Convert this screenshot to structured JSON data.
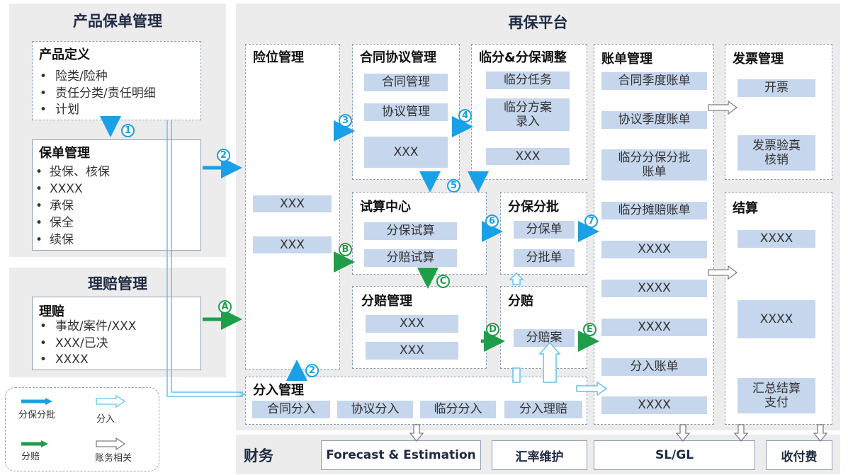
{
  "sections": {
    "product_policy": "产品保单管理",
    "claims": "理赔管理",
    "reinsurance": "再保平台",
    "finance": "财务"
  },
  "product_definition": {
    "title": "产品定义",
    "items": [
      "险类/险种",
      "责任分类/责任明细",
      "计划"
    ]
  },
  "policy_management": {
    "title": "保单管理",
    "items": [
      "投保、核保",
      "XXXX",
      "承保",
      "保全",
      "续保"
    ]
  },
  "claim": {
    "title": "理赔",
    "items": [
      "事故/案件/XXX",
      "XXX/已决",
      "XXXX"
    ]
  },
  "risk_position": {
    "title": "险位管理",
    "chips": [
      "XXX",
      "XXX"
    ]
  },
  "contract_agreement": {
    "title": "合同协议管理",
    "chips": [
      "合同管理",
      "协议管理",
      "XXX"
    ]
  },
  "facultative": {
    "title": "临分&分保调整",
    "chips": [
      "临分任务",
      "临分方案\n录入",
      "XXX"
    ]
  },
  "billing": {
    "title": "账单管理",
    "chips": [
      "合同季度账单",
      "协议季度账单",
      "临分分保分批\n账单",
      "临分摊赔账单",
      "XXXX",
      "XXXX",
      "XXXX",
      "分入账单",
      "XXXX"
    ]
  },
  "invoice": {
    "title": "发票管理",
    "chips": [
      "开票",
      "发票验真\n核销"
    ]
  },
  "trial_center": {
    "title": "试算中心",
    "chips": [
      "分保试算",
      "分赔试算"
    ]
  },
  "cession_batch": {
    "title": "分保分批",
    "chips": [
      "分保单",
      "分批单"
    ]
  },
  "claim_allocation": {
    "title": "分赔管理",
    "chips": [
      "XXX",
      "XXX"
    ]
  },
  "recovery": {
    "title": "分赔",
    "chips": [
      "分赔案"
    ]
  },
  "settlement": {
    "title": "结算",
    "chips": [
      "XXXX",
      "XXXX",
      "汇总结算\n支付"
    ]
  },
  "inward": {
    "title": "分入管理",
    "chips": [
      "合同分入",
      "协议分入",
      "临分分入",
      "分入理赔"
    ]
  },
  "finance_items": [
    "Forecast & Estimation",
    "汇率维护",
    "SL/GL",
    "收付费"
  ],
  "step_markers": [
    "1",
    "2",
    "3",
    "4",
    "5",
    "6",
    "7",
    "2",
    "A",
    "B",
    "C",
    "D",
    "E"
  ],
  "legend": {
    "cession": "分保分批",
    "inward": "分入",
    "claims": "分赔",
    "accounting": "账务相关"
  },
  "colors": {
    "blue_arrow": "#1aa0e6",
    "green_arrow": "#1f9e4a",
    "chip": "#c6d6ec",
    "panel": "#ececec"
  }
}
